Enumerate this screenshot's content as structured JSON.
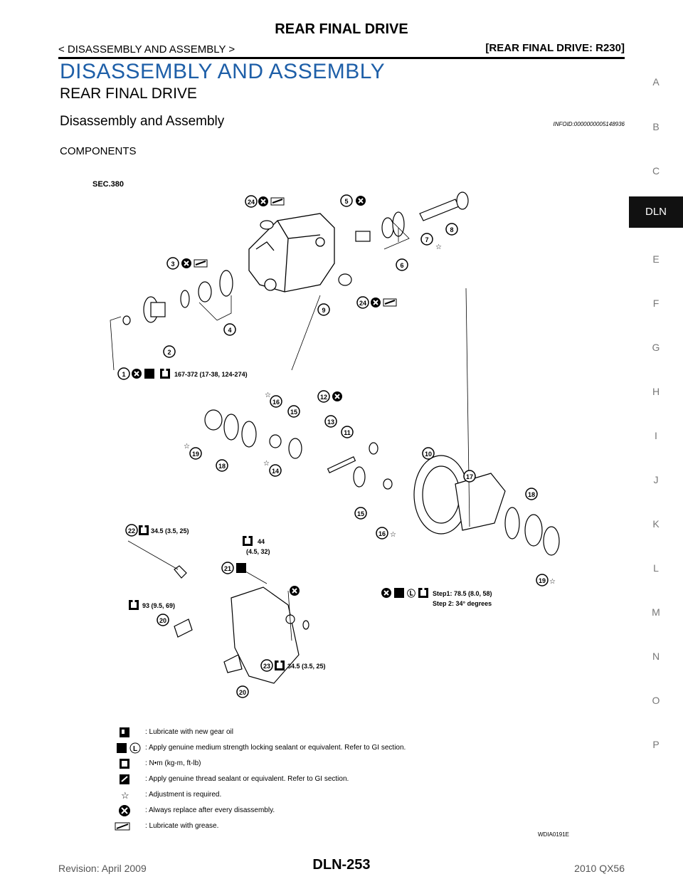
{
  "header": {
    "title": "REAR FINAL DRIVE",
    "breadcrumb": "< DISASSEMBLY AND ASSEMBLY >",
    "section": "[REAR FINAL DRIVE: R230]"
  },
  "content": {
    "section_title": "DISASSEMBLY AND ASSEMBLY",
    "subsection_title": "REAR FINAL DRIVE",
    "procedure_title": "Disassembly and Assembly",
    "info_id": "INFOID:0000000005148936",
    "components_label": "COMPONENTS"
  },
  "sidebar": {
    "items": [
      {
        "label": "A",
        "active": false
      },
      {
        "label": "B",
        "active": false
      },
      {
        "label": "C",
        "active": false
      },
      {
        "label": "DLN",
        "active": true
      },
      {
        "label": "E",
        "active": false
      },
      {
        "label": "F",
        "active": false
      },
      {
        "label": "G",
        "active": false
      },
      {
        "label": "H",
        "active": false
      },
      {
        "label": "I",
        "active": false
      },
      {
        "label": "J",
        "active": false
      },
      {
        "label": "K",
        "active": false
      },
      {
        "label": "L",
        "active": false
      },
      {
        "label": "M",
        "active": false
      },
      {
        "label": "N",
        "active": false
      },
      {
        "label": "O",
        "active": false
      },
      {
        "label": "P",
        "active": false
      }
    ]
  },
  "figure": {
    "sec_label": "SEC.380",
    "torque_1": "167-372 (17-38, 124-274)",
    "torque_22": "34.5 (3.5, 25)",
    "torque_44_a": "44",
    "torque_44_b": "(4.5, 32)",
    "torque_93": "93 (9.5, 69)",
    "torque_23": "34.5 (3.5, 25)",
    "step1": "Step1: 78.5 (8.0, 58)",
    "step2": "Step 2: 34° degrees",
    "figure_id": "WDIA0191E",
    "callouts": [
      "1",
      "2",
      "3",
      "4",
      "5",
      "6",
      "7",
      "8",
      "9",
      "10",
      "11",
      "12",
      "13",
      "14",
      "15",
      "15",
      "16",
      "16",
      "17",
      "18",
      "18",
      "19",
      "19",
      "20",
      "20",
      "21",
      "22",
      "23",
      "24",
      "24"
    ]
  },
  "legend": [
    {
      "symbol": "gear-oil-icon",
      "text": ": Lubricate with new gear oil"
    },
    {
      "symbol": "sealant-l-icon",
      "text": ": Apply genuine medium strength locking sealant or equivalent. Refer to GI section."
    },
    {
      "symbol": "torque-icon",
      "text": ": N•m (kg-m, ft-lb)"
    },
    {
      "symbol": "thread-sealant-icon",
      "text": ": Apply genuine thread sealant or equivalent. Refer to GI section."
    },
    {
      "symbol": "star-icon",
      "text": ": Adjustment is required."
    },
    {
      "symbol": "replace-icon",
      "text": ": Always replace after every disassembly."
    },
    {
      "symbol": "grease-icon",
      "text": ": Lubricate with grease."
    }
  ],
  "footer": {
    "revision": "Revision: April 2009",
    "page": "DLN-253",
    "model": "2010 QX56"
  },
  "colors": {
    "title_blue": "#1e5fa8",
    "tab_active": "#111111",
    "tab_text": "#777777"
  }
}
